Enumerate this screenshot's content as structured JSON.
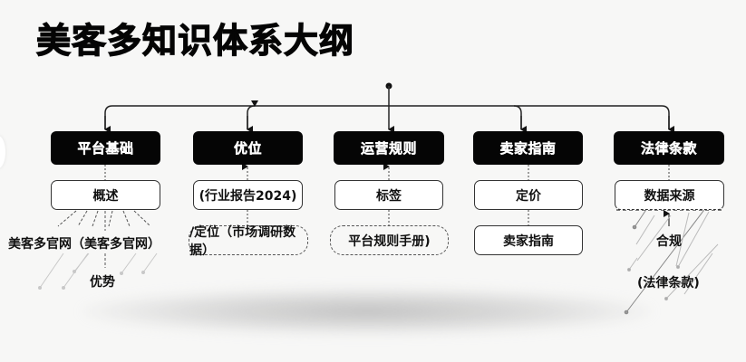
{
  "title": "美客多知识体系大纲",
  "colors": {
    "background": "#f7f7f6",
    "category_fill": "#050505",
    "category_text": "#ffffff",
    "node_border": "#333333",
    "connector": "#222222"
  },
  "categories": [
    {
      "label": "平台基础",
      "children": [
        {
          "label": "概述",
          "style": "solid"
        },
        {
          "label": "美客多官网（美客多官网）",
          "style": "plain"
        },
        {
          "label": "优势",
          "style": "plain"
        }
      ]
    },
    {
      "label": "优位",
      "children": [
        {
          "label": "(行业报告2024)",
          "style": "solid"
        },
        {
          "label": "/定位（市场调研数据）",
          "style": "dashed"
        }
      ]
    },
    {
      "label": "运营规则",
      "children": [
        {
          "label": "标签",
          "style": "solid"
        },
        {
          "label": "平台规则手册)",
          "style": "dashed"
        }
      ]
    },
    {
      "label": "卖家指南",
      "children": [
        {
          "label": "定价",
          "style": "solid"
        },
        {
          "label": "卖家指南",
          "style": "solid"
        }
      ]
    },
    {
      "label": "法律条款",
      "children": [
        {
          "label": "数据来源",
          "style": "solid"
        },
        {
          "label": "合规",
          "style": "plain"
        },
        {
          "label": "(法律条款)",
          "style": "plain"
        }
      ]
    }
  ]
}
